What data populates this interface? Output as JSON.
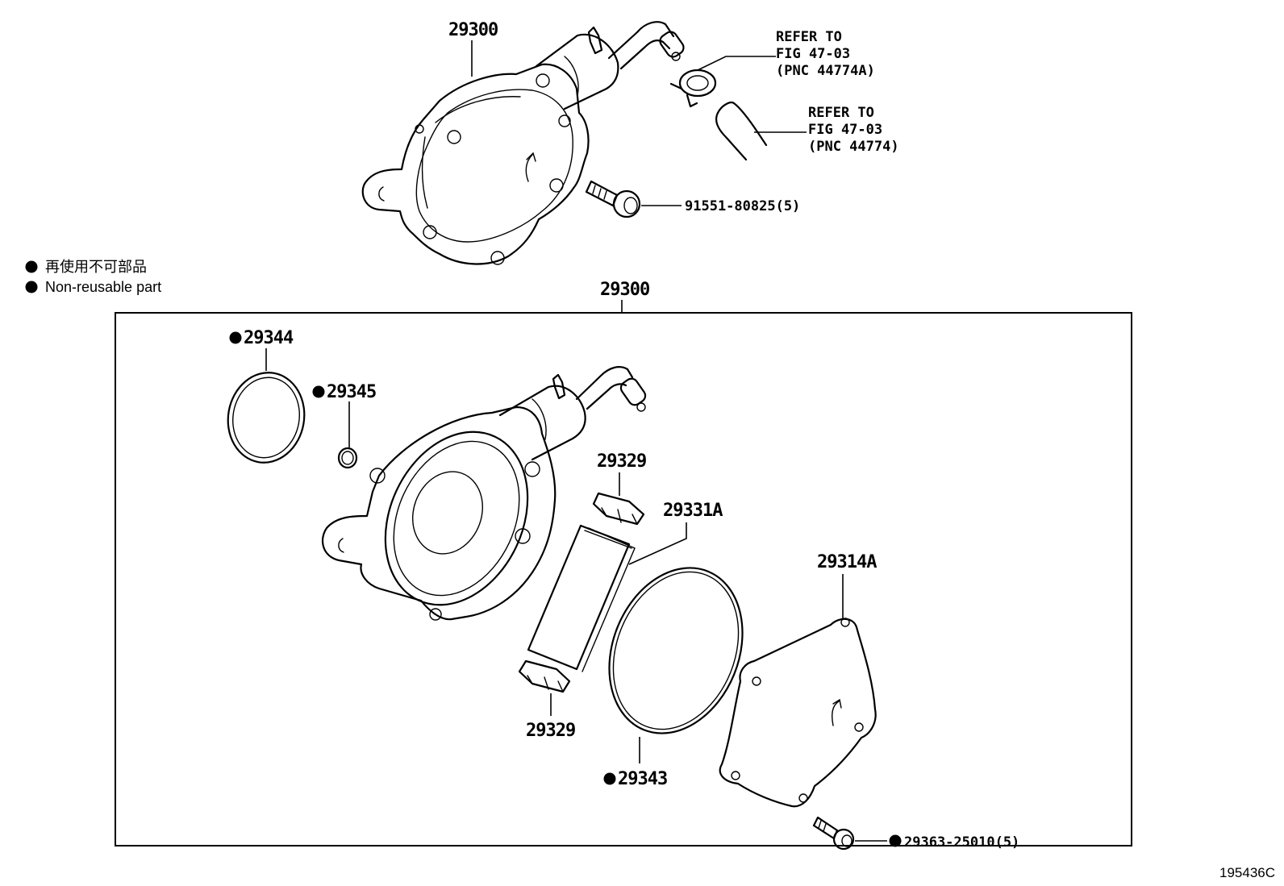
{
  "legend": {
    "items": [
      {
        "bullet": "●",
        "text": "再使用不可部品"
      },
      {
        "bullet": "●",
        "text": "Non-reusable part"
      }
    ]
  },
  "top_assembly": {
    "part_number": "29300",
    "refer_hose_clamp": {
      "line1": "REFER TO",
      "line2": "FIG 47-03",
      "line3": "(PNC 44774A)"
    },
    "refer_hose": {
      "line1": "REFER TO",
      "line2": "FIG 47-03",
      "line3": "(PNC 44774)"
    },
    "bolt_part_number": "91551-80825(5)"
  },
  "exploded_view": {
    "group_part_number": "29300",
    "parts": {
      "o_ring_large": "29344",
      "o_ring_small": "29345",
      "vane_upper": "29329",
      "rotor_assembly": "29331A",
      "o_ring_cover": "29343",
      "cover": "29314A",
      "vane_lower": "29329",
      "cover_screw": "29363-25010(5)"
    },
    "non_reusable_marker": "●"
  },
  "figure_code": "195436C"
}
